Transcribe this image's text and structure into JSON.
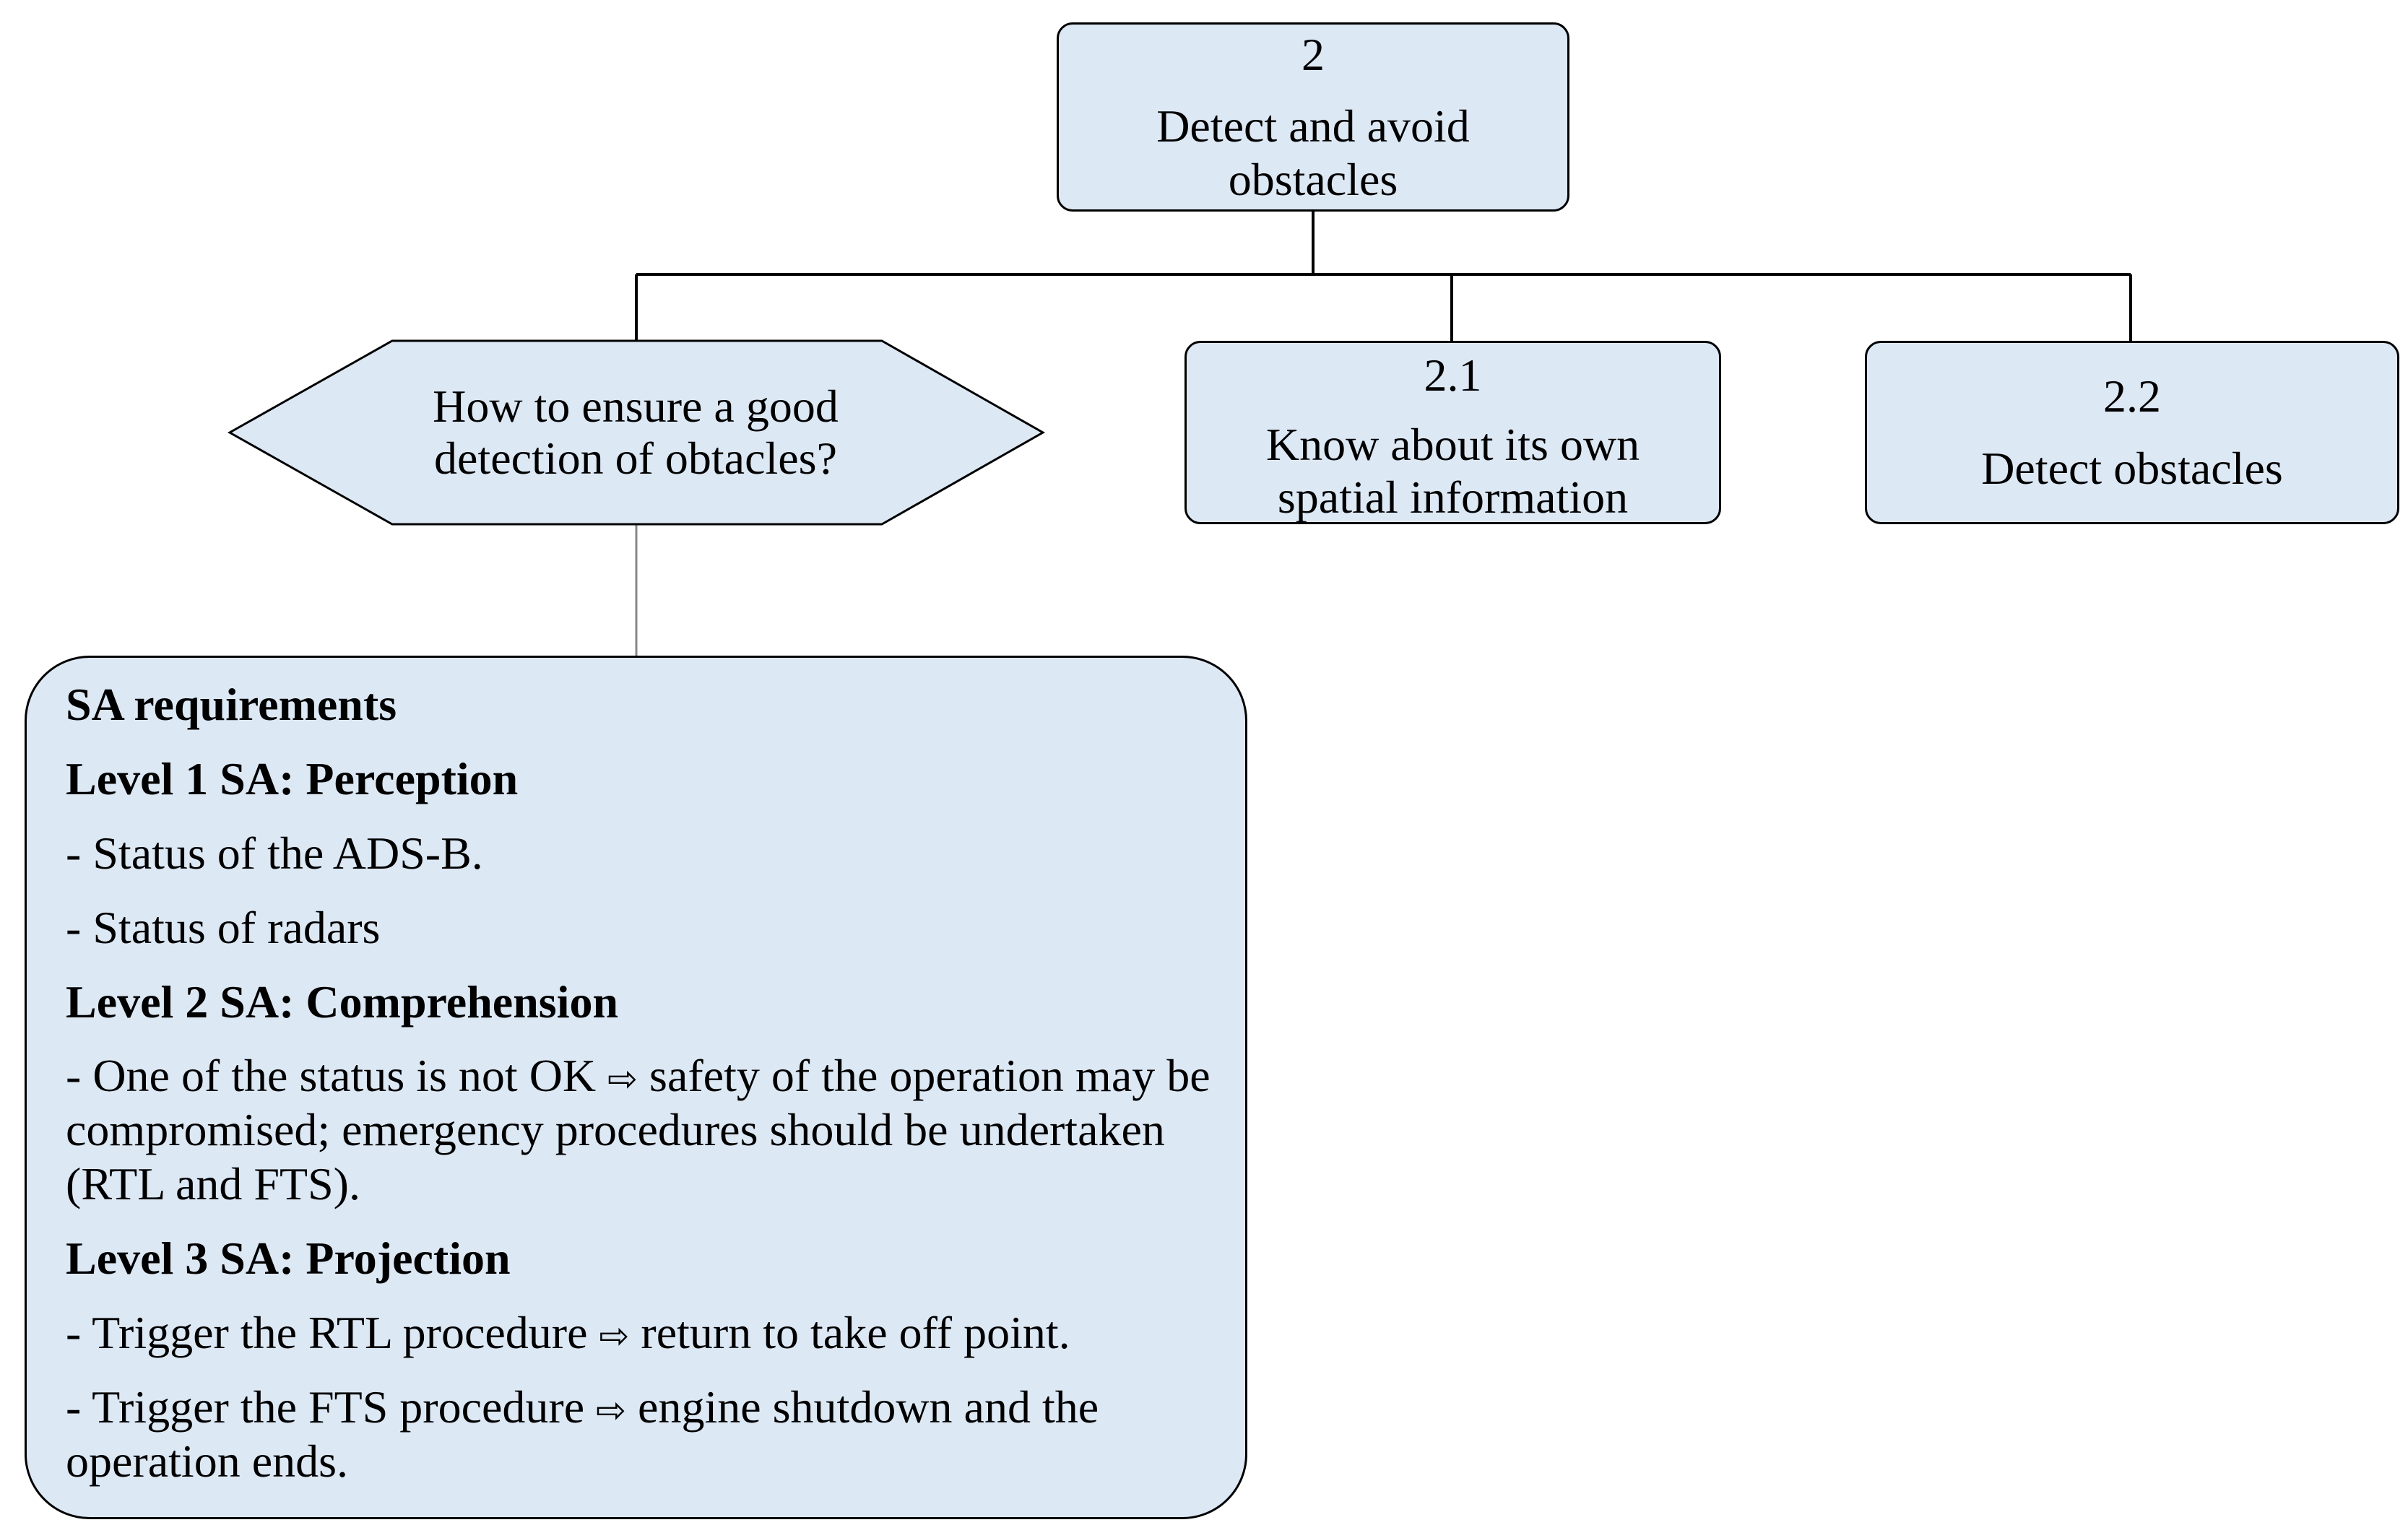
{
  "root": {
    "number": "2",
    "title": "Detect and avoid obstacles"
  },
  "question": {
    "text": "How to ensure a good detection of obtacles?"
  },
  "children": [
    {
      "number": "2.1",
      "title": "Know about its own spatial information"
    },
    {
      "number": "2.2",
      "title": "Detect obstacles"
    }
  ],
  "sa": {
    "title": "SA requirements",
    "level1": {
      "heading": "Level 1 SA: Perception",
      "items": [
        "- Status of the ADS-B.",
        "- Status of radars"
      ]
    },
    "level2": {
      "heading": "Level 2 SA: Comprehension",
      "items": [
        {
          "before": "- One of the status is not OK",
          "after": "safety of the operation may be compromised; emergency procedures should be undertaken (RTL and FTS)."
        }
      ]
    },
    "level3": {
      "heading": "Level 3 SA: Projection",
      "items": [
        {
          "before": "- Trigger the RTL procedure",
          "after": "return to take off point."
        },
        {
          "before": "- Trigger the FTS procedure",
          "after": "engine shutdown and the operation ends."
        }
      ]
    },
    "arrow_glyph": "⇨"
  },
  "colors": {
    "node_fill": "#dde8f5",
    "stroke": "#000000"
  }
}
